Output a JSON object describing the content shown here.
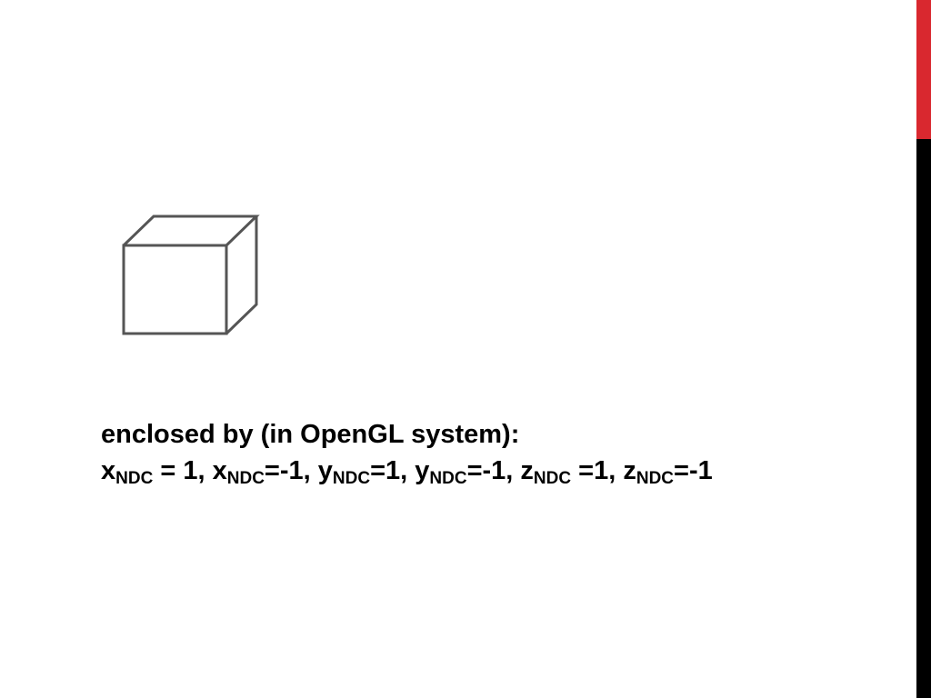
{
  "slide": {
    "accent_color": "#d9282f",
    "edge_color": "#000000",
    "line1": "enclosed  by (in OpenGL system):",
    "equation": [
      {
        "var": "x",
        "sub": "NDC",
        "rest": " = 1, "
      },
      {
        "var": "x",
        "sub": "NDC",
        "rest": "=-1, "
      },
      {
        "var": "y",
        "sub": "NDC",
        "rest": "=1, "
      },
      {
        "var": "y",
        "sub": "NDC",
        "rest": "=-1, "
      },
      {
        "var": "z",
        "sub": "NDC",
        "rest": " =1, "
      },
      {
        "var": "z",
        "sub": "NDC",
        "rest": "=-1"
      }
    ]
  },
  "diagram": {
    "shape": "cube-icon",
    "stroke_color": "#555555"
  }
}
